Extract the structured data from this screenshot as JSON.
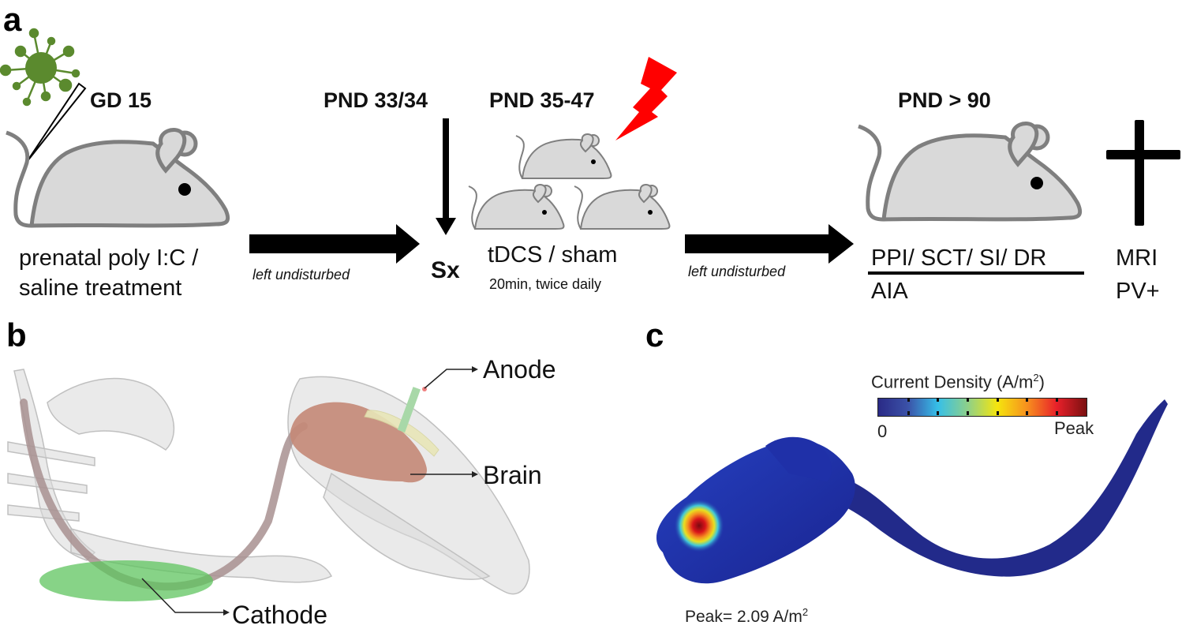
{
  "panels": {
    "a": {
      "letter": "a",
      "stages": [
        {
          "label": "GD 15",
          "description_lines": [
            "prenatal poly I:C /",
            "saline treatment"
          ]
        },
        {
          "label": "PND 33/34",
          "description": "Sx"
        },
        {
          "label": "PND 35-47",
          "description": "tDCS / sham",
          "sub_description": "20min, twice daily"
        },
        {
          "label": "PND > 90",
          "description_top": "PPI/ SCT/ SI/ DR",
          "description_bottom": "AIA"
        }
      ],
      "arrow_labels": [
        "left undisturbed",
        "left undisturbed"
      ],
      "endpoint_lines": [
        "MRI",
        "PV+"
      ],
      "icons": [
        "virus-icon",
        "pipette-icon",
        "mouse-icon",
        "lightning-icon",
        "cross-icon",
        "arrow-right-icon",
        "arrow-down-icon"
      ],
      "colors": {
        "virus": "#5b8a2e",
        "lightning": "#ff0000",
        "mouse_fill": "#d9d9d9",
        "mouse_stroke": "#7f7f7f"
      }
    },
    "b": {
      "letter": "b",
      "callouts": [
        "Anode",
        "Brain",
        "Cathode"
      ],
      "colors": {
        "brain": "#c48a78",
        "cathode": "#5fc45f",
        "anode": "#a8d8a8",
        "skeleton": "#d8d8d8"
      }
    },
    "c": {
      "letter": "c",
      "colorbar": {
        "title": "Current Density (A/m",
        "title_sup": "2",
        "title_close": ")",
        "min_label": "0",
        "max_label": "Peak",
        "stops": [
          "#2a2a86",
          "#3b52a8",
          "#36bfe8",
          "#8dd08a",
          "#f5e50e",
          "#f7901e",
          "#e8202a",
          "#7a1010"
        ]
      },
      "peak_text": "Peak= 2.09 A/m",
      "peak_sup": "2",
      "colors": {
        "field_low": "#1f2fa8",
        "field_peak": "#c0141a"
      }
    }
  }
}
